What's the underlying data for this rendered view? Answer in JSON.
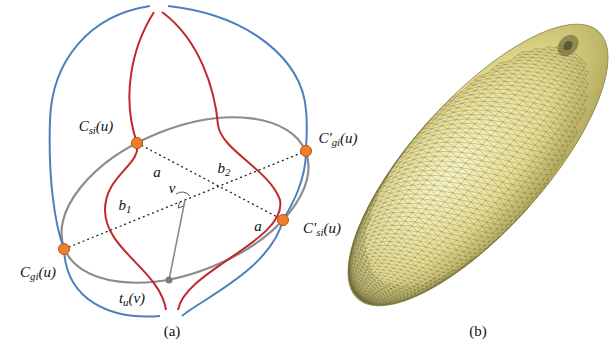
{
  "diagram": {
    "labels": [
      "Csi(u)",
      "a",
      "b2",
      "C′gi(u)",
      "b1",
      "v",
      "a",
      "C′si(u)",
      "Cgi(u)",
      "tu(v)",
      "(a)",
      "(b)"
    ]
  }
}
